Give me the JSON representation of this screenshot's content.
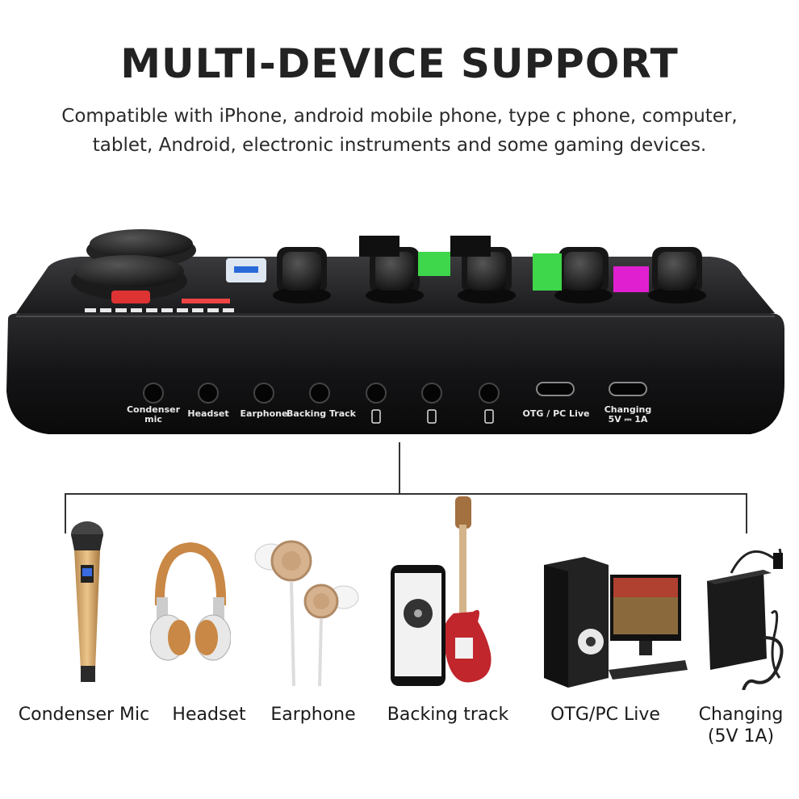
{
  "header": {
    "title": "MULTI-DEVICE SUPPORT",
    "subtitle_line1": "Compatible with iPhone, android mobile phone, type c phone, computer,",
    "subtitle_line2": "tablet, Android, electronic instruments and some gaming devices."
  },
  "device": {
    "ports": [
      {
        "line1": "Condenser",
        "line2": "mic"
      },
      {
        "line1": "Headset",
        "line2": ""
      },
      {
        "line1": "Earphone",
        "line2": ""
      },
      {
        "line1": "Backing Track",
        "line2": ""
      },
      {
        "line1": "OTG / PC Live",
        "line2": ""
      },
      {
        "line1": "Changing",
        "line2": "5V ⎓ 1A"
      }
    ]
  },
  "accessories": [
    {
      "label": "Condenser Mic",
      "icon": "microphone-icon"
    },
    {
      "label": "Headset",
      "icon": "headphones-icon"
    },
    {
      "label": "Earphone",
      "icon": "earphones-icon"
    },
    {
      "label": "Backing track",
      "icon": "phone-guitar-icon"
    },
    {
      "label": "OTG/PC Live",
      "icon": "computer-icon"
    },
    {
      "label_line1": "Changing",
      "label_line2": "(5V 1A)",
      "icon": "power-adapter-icon"
    }
  ]
}
